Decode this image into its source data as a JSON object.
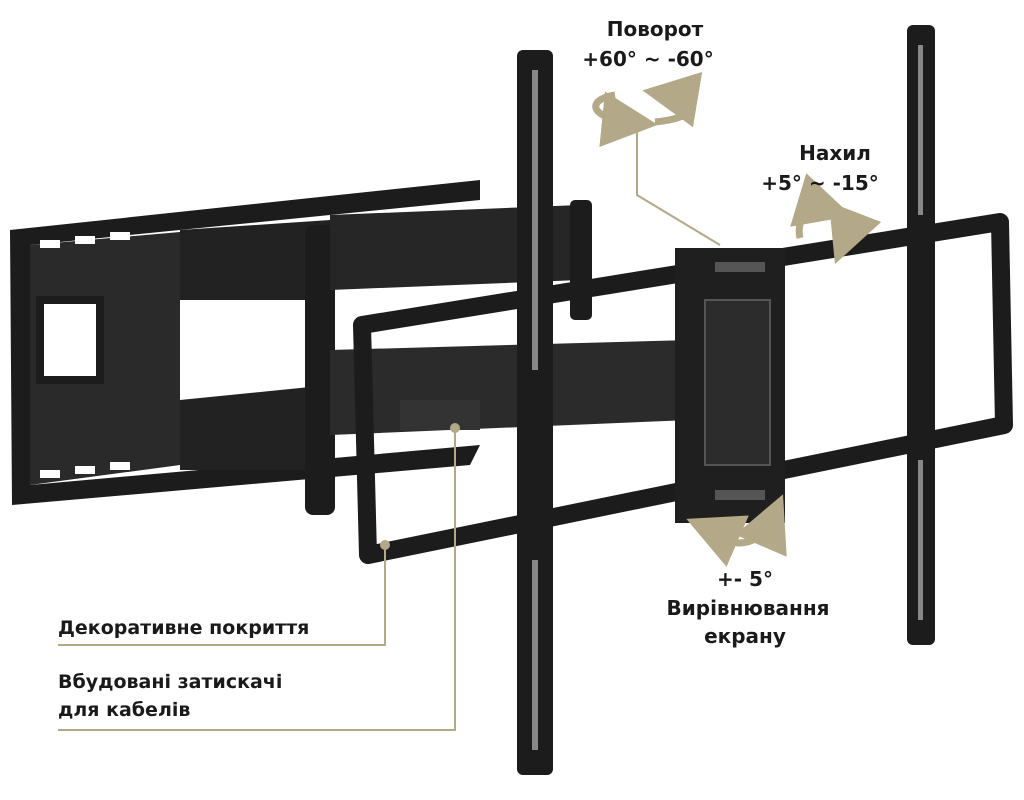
{
  "colors": {
    "metal": "#1c1c1c",
    "metal_edge": "#3a3a3a",
    "highlight": "#6a6a6a",
    "accent": "#b3a887",
    "text": "#1a1a1a"
  },
  "labels": {
    "swivel": {
      "title": "Поворот",
      "range": "+60° ~ -60°"
    },
    "tilt": {
      "title": "Нахил",
      "range": "+5° ~ -15°"
    },
    "leveling": {
      "range": "+- 5°",
      "line1": "Вирівнювання",
      "line2": "екрану"
    },
    "cover": {
      "text": "Декоративне покриття"
    },
    "cable": {
      "line1": "Вбудовані затискачі",
      "line2": "для кабелів"
    }
  }
}
